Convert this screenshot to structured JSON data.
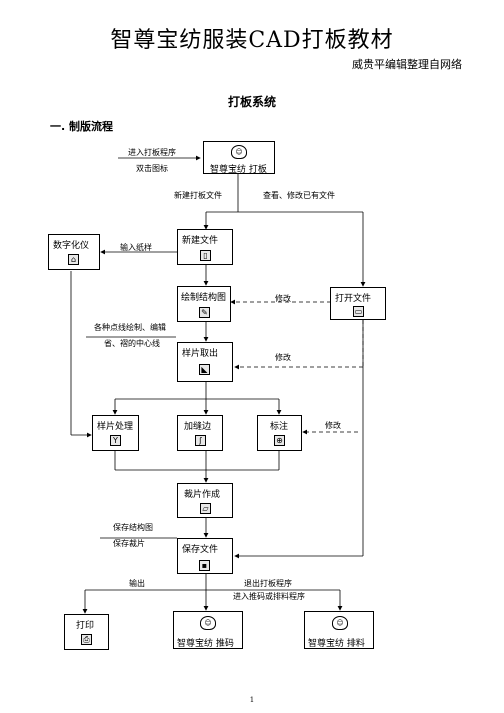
{
  "header": {
    "title": "智尊宝纺服装CAD打板教材",
    "author": "威贵平编辑整理自网络"
  },
  "section_title": "打板系统",
  "subsection": "一. 制版流程",
  "annotations": {
    "enter_program": "进入打板程序",
    "double_click_icon": "双击图标",
    "new_pattern_file": "新建打板文件",
    "view_modify_existing": "查看、修改已有文件",
    "input_sample": "输入纸样",
    "modify_1": "修改",
    "modify_2": "修改",
    "modify_3": "修改",
    "draw_points_lines": "各种点线绘制、编辑",
    "omit_center_lines": "省、褶的中心线",
    "save_structure": "保存结构图",
    "save_pieces": "保存裁片",
    "output": "输出",
    "exit_program": "退出打板程序",
    "enter_marker": "进入推码或排料程序"
  },
  "boxes": {
    "app_pattern": "智尊宝纺 打板",
    "digitizer": "数字化仪",
    "new_file": "新建文件",
    "draw_structure": "绘制结构图",
    "open_file": "打开文件",
    "extract_pieces": "样片取出",
    "piece_processing": "样片处理",
    "add_seam": "加缝边",
    "annotate": "标注",
    "cut_pieces": "裁片作成",
    "save_file": "保存文件",
    "print": "打印",
    "app_grading": "智尊宝纺 推码",
    "app_marker": "智尊宝纺 排料"
  },
  "icons": {
    "app": "app-logo-icon",
    "digitizer": "digitizer-icon",
    "new_file": "new-file-icon",
    "draw": "pen-icon",
    "open": "open-folder-icon",
    "extract": "extract-icon",
    "process": "process-icon",
    "seam": "seam-icon",
    "annotate": "annotate-icon",
    "cut": "cut-piece-icon",
    "save": "save-disk-icon",
    "print": "printer-icon"
  },
  "page_number": "1"
}
